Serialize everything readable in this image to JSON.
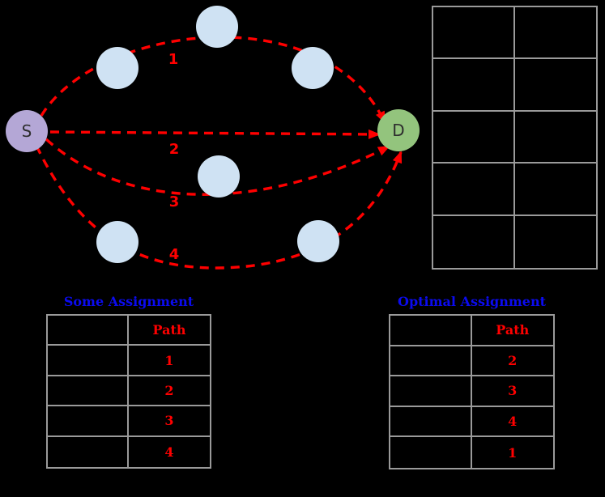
{
  "diagram": {
    "source": {
      "label": "S"
    },
    "destination": {
      "label": "D"
    },
    "edge_labels": {
      "path1": "1",
      "path2": "2",
      "path3": "3",
      "path4": "4"
    },
    "colors": {
      "source_node": "#b4a7d6",
      "destination_node": "#93c47d",
      "relay_node": "#cfe2f3",
      "path_red": "#ff0000",
      "node_label": "#2e2e2e"
    }
  },
  "empty_table": {
    "rows": 5,
    "columns": 2,
    "border_color": "#9a9a9a"
  },
  "assignment_tables": {
    "some": {
      "title": "Some Assignment",
      "path_header": "Path",
      "path_values": [
        "1",
        "2",
        "3",
        "4"
      ]
    },
    "optimal": {
      "title": "Optimal Assignment",
      "path_header": "Path",
      "path_values": [
        "2",
        "3",
        "4",
        "1"
      ]
    }
  },
  "ui_colors": {
    "table_border": "#9a9a9a",
    "title_blue": "#0b0bf0",
    "value_red": "#ff0000"
  }
}
